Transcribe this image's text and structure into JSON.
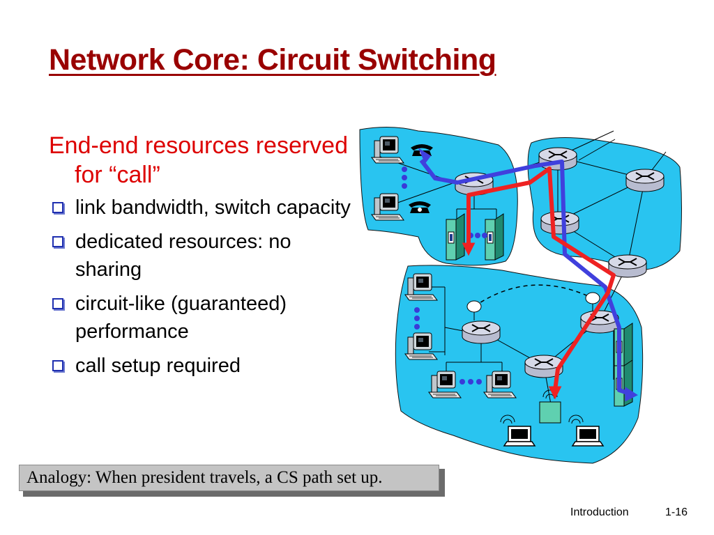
{
  "slide": {
    "title": "Network Core: Circuit Switching",
    "lead": "End-end resources reserved for “call”",
    "bullets": [
      "link bandwidth,  switch capacity",
      "dedicated resources: no sharing",
      "circuit-like (guaranteed) performance",
      "call setup required"
    ],
    "analogy": "Analogy: When president travels, a CS path set up."
  },
  "footer": {
    "section": "Introduction",
    "page": "1-16"
  },
  "colors": {
    "title": "#990000",
    "lead": "#dd0000",
    "bullet": "#1f2fb0",
    "network_fill": "#29c4f0",
    "circuit_red": "#ee2222",
    "circuit_blue": "#4040dd"
  }
}
